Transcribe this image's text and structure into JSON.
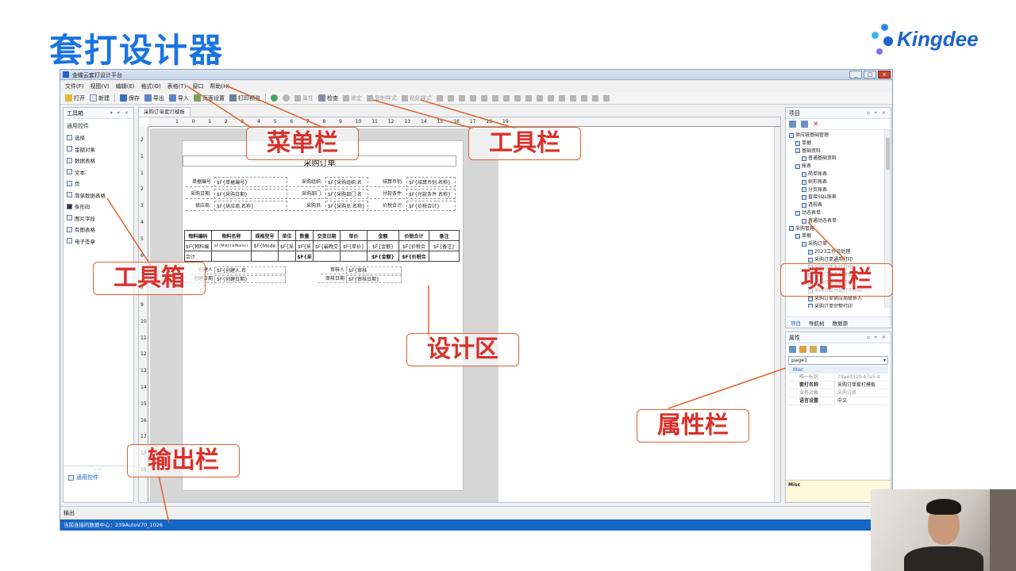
{
  "slide": {
    "title": "套打设计器",
    "brand": "Kingdee"
  },
  "window": {
    "title": "金蝶云套打设计平台",
    "controls": [
      "_",
      "□",
      "×"
    ]
  },
  "menu": [
    "文件(F)",
    "视图(V)",
    "编辑(E)",
    "格式(O)",
    "表格(T)",
    "窗口",
    "帮助(H)"
  ],
  "toolbar": {
    "open": "打开",
    "new": "新建",
    "save": "保存",
    "export": "导出",
    "import": "导入",
    "page_setup": "页面设置",
    "print_preview": "打印预览",
    "attr": "属性",
    "check": "检查",
    "lock": "锁定",
    "copy_style": "复制样式",
    "paste_style": "粘贴样式"
  },
  "toolbox": {
    "title": "工具箱",
    "section": "通用控件",
    "items": [
      "选择",
      "金额对象",
      "数据表格",
      "文本",
      "页",
      "简单数据表格",
      "条形码",
      "图片字段",
      "有图表格",
      "电子签章"
    ],
    "footer": "通用控件"
  },
  "document": {
    "tab": "采购订单套打模板",
    "ruler_h": [
      "1",
      "0",
      "1",
      "2",
      "3",
      "4",
      "5",
      "6",
      "7",
      "8",
      "9",
      "10",
      "11",
      "12",
      "13",
      "14",
      "15",
      "16",
      "17",
      "18",
      "19"
    ],
    "ruler_v": [
      "2",
      "1",
      "1",
      "2",
      "3",
      "4",
      "5",
      "6",
      "7",
      "8",
      "9",
      "10",
      "11",
      "12",
      "13",
      "14",
      "15",
      "16",
      "17",
      "18",
      "19"
    ]
  },
  "report": {
    "title": "采购订单",
    "header": [
      [
        "单据编号",
        "$F{单据编号}",
        "采购组织:",
        "$F{采购组织.名",
        "结算币别:",
        "$F{结算币别.名称}"
      ],
      [
        "采购日期:",
        "$F{采购日期}",
        "采购部门:",
        "$F{采购部门.名",
        "付款条件:",
        "$F{付款条件.名称}"
      ],
      [
        "供应商:",
        "$F{供应商.名称}",
        "采购员:",
        "$F{采购员.名称}",
        "价税合计:",
        "$F{价税合计}"
      ]
    ],
    "columns": [
      "物料编码",
      "物料名称",
      "规格型号",
      "单位",
      "数量",
      "交货日期",
      "单价",
      "金额",
      "价税合计",
      "备注"
    ],
    "row": [
      "$F{物料编",
      "$F{MaterialName}",
      "$F{Mode",
      "$F{采",
      "$F{采",
      "$F{最晚交",
      "$F{单价}",
      "$F{金额}",
      "$F{价税合",
      "$F{备注}"
    ],
    "total_label": "合计",
    "totals": [
      "$F{采",
      "$F{金额}",
      "$F{价税合"
    ],
    "footer": [
      [
        "创建人",
        "$F{创建人.名",
        "审核人",
        "$F{审核"
      ],
      [
        "创建日期",
        "$F{创建日期}",
        "审核日期",
        "$F{审核日期}"
      ]
    ]
  },
  "project": {
    "title": "项目",
    "tree": [
      "供应链基础管理",
      "单据",
      "基础资料",
      "普通基础资料",
      "账表",
      "简单账表",
      "树形账表",
      "分页账表",
      "直接SQL账表",
      "透视表",
      "动态表单",
      "普通动态表单",
      "采购管理",
      "单据",
      "采购订单",
      "2023工作流处理",
      "采购订单通用打印",
      "采购订单多行打印",
      "采购订单套打模板",
      "采购订单分组打印",
      "采购订单分组行不打印",
      "采购订单供应商联系人",
      "采购订单完整打印"
    ],
    "tabs": [
      "项目",
      "导航树",
      "数据源"
    ]
  },
  "properties": {
    "title": "属性",
    "selected": "page1",
    "category": "Misc",
    "rows": [
      [
        "唯一标识",
        "79aed329-47a5-4"
      ],
      [
        "套打名称",
        "采购订单套打模板"
      ],
      [
        "业务对象",
        "采购订单"
      ],
      [
        "语言设置",
        "中文"
      ]
    ],
    "desc_title": "Misc"
  },
  "output": {
    "label": "输出",
    "status": "当前连接的数据中心：239AutoV70_1026"
  },
  "annotations": {
    "menu": "菜单栏",
    "toolbar": "工具栏",
    "toolbox": "工具箱",
    "project": "项目栏",
    "design": "设计区",
    "properties": "属性栏",
    "output": "输出栏"
  },
  "colors": {
    "title_blue": "#1a73e0",
    "brand_blue": "#1d63c9",
    "callout_red": "#d9302a",
    "callout_border": "#e0602c",
    "status_blue": "#1666c5"
  }
}
